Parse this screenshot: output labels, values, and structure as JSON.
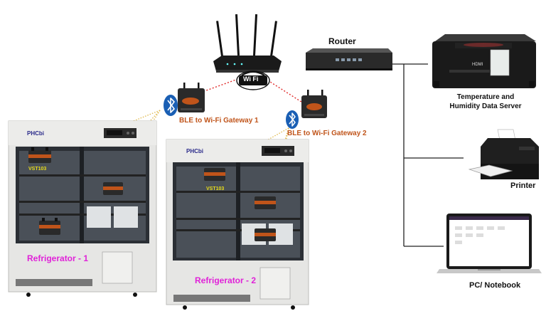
{
  "labels": {
    "router": "Router",
    "server": "Temperature and\nHumidity Data Server",
    "server_line1": "Temperature and",
    "server_line2": "Humidity Data Server",
    "printer": "Printer",
    "pc": "PC/ Notebook",
    "gateway1": "BLE to Wi-Fi Gateway 1",
    "gateway2": "BLE to Wi-Fi Gateway 2",
    "fridge1": "Refrigerator - 1",
    "fridge2": "Refrigerator - 2",
    "sensor1": "VST103",
    "sensor2": "VST103",
    "wifi": "Wi Fi",
    "brand1": "PHCbi",
    "brand2": "PHCbi"
  },
  "colors": {
    "ble_link": "#e0b84a",
    "wifi_link": "#e02a2a",
    "network_line": "#222222",
    "bluetooth_blue": "#1a5fb4",
    "fridge_body": "#e6e6e4",
    "fridge_shadow": "#c8c8c6",
    "glass": "#2b2f35",
    "sensor_body": "#2a2a2a",
    "sensor_band": "#c0541a"
  },
  "icons": [
    "router-icon",
    "wifi-icon",
    "bluetooth-icon",
    "gateway-icon",
    "server-icon",
    "printer-icon",
    "laptop-icon",
    "refrigerator-icon",
    "sensor-icon"
  ]
}
